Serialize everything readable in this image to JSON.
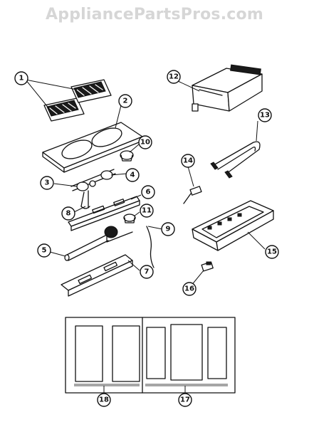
{
  "watermark": "AppliancePartsPros.com",
  "callouts": [
    "1",
    "2",
    "3",
    "4",
    "5",
    "6",
    "7",
    "8",
    "9",
    "10",
    "11",
    "12",
    "13",
    "14",
    "15",
    "16",
    "17",
    "18"
  ]
}
